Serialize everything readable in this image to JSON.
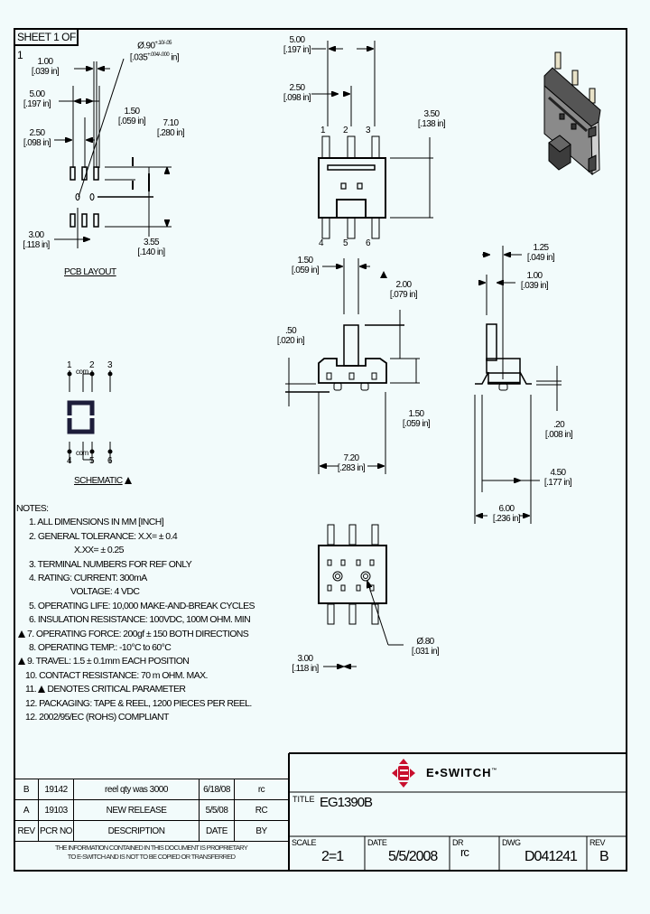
{
  "sheet": {
    "label": "SHEET 1 OF 1"
  },
  "pcb_layout": {
    "title": "PCB LAYOUT",
    "dims": [
      {
        "mm": "1.00",
        "in": "[.039 in]"
      },
      {
        "mm": "5.00",
        "in": "[.197 in]"
      },
      {
        "mm": "2.50",
        "in": "[.098 in]"
      },
      {
        "mm": "Ø.90 +.10/-.05",
        "in": "[.035 +.004/-.000 in]"
      },
      {
        "mm": "1.50",
        "in": "[.059 in]"
      },
      {
        "mm": "7.10",
        "in": "[.280 in]"
      },
      {
        "mm": "3.00",
        "in": "[.118 in]"
      },
      {
        "mm": "3.55",
        "in": "[.140 in]"
      }
    ]
  },
  "schematic": {
    "title": "SCHEMATIC",
    "critical": true,
    "pins_top": [
      "1",
      "2",
      "3"
    ],
    "pins_bottom": [
      "4",
      "5",
      "6"
    ],
    "com_label": "com"
  },
  "top_view": {
    "dims": [
      {
        "mm": "5.00",
        "in": "[.197 in]"
      },
      {
        "mm": "2.50",
        "in": "[.098 in]"
      },
      {
        "mm": "3.50",
        "in": "[.138 in]"
      }
    ],
    "pins_top": [
      "1",
      "2",
      "3"
    ],
    "pins_bottom": [
      "4",
      "5",
      "6"
    ]
  },
  "front_view": {
    "dims": [
      {
        "mm": "1.50",
        "in": "[.059 in]"
      },
      {
        "mm": "2.00",
        "in": "[.079 in]"
      },
      {
        "mm": ".50",
        "in": "[.020 in]"
      },
      {
        "mm": "1.50",
        "in": "[.059 in]"
      },
      {
        "mm": "7.20",
        "in": "[.283 in]"
      }
    ]
  },
  "side_view": {
    "dims": [
      {
        "mm": "1.25",
        "in": "[.049 in]"
      },
      {
        "mm": "1.00",
        "in": "[.039 in]"
      },
      {
        "mm": ".20",
        "in": "[.008 in]"
      },
      {
        "mm": "4.50",
        "in": "[.177 in]"
      },
      {
        "mm": "6.00",
        "in": "[.236 in]"
      }
    ]
  },
  "bottom_view": {
    "dims": [
      {
        "mm": "Ø.80",
        "in": "[.031 in]"
      },
      {
        "mm": "3.00",
        "in": "[.118 in]"
      }
    ]
  },
  "notes": {
    "heading": "NOTES:",
    "items": [
      {
        "text": "1. ALL DIMENSIONS IN MM [INCH]",
        "critical": false
      },
      {
        "text": "2. GENERAL TOLERANCE: X.X= ± 0.4",
        "critical": false
      },
      {
        "text": "X.XX= ± 0.25",
        "critical": false,
        "indent": true
      },
      {
        "text": "3. TERMINAL NUMBERS FOR REF ONLY",
        "critical": false
      },
      {
        "text": "4. RATING: CURRENT: 300mA",
        "critical": false
      },
      {
        "text": "VOLTAGE: 4 VDC",
        "critical": false,
        "indent": true
      },
      {
        "text": "5. OPERATING LIFE: 10,000 MAKE-AND-BREAK CYCLES",
        "critical": false
      },
      {
        "text": "6. INSULATION RESISTANCE: 100VDC, 100M OHM. MIN",
        "critical": false
      },
      {
        "text": "7. OPERATING FORCE: 200gf ± 150 BOTH DIRECTIONS",
        "critical": true
      },
      {
        "text": "8. OPERATING TEMP.: -10°C to 60°C",
        "critical": false
      },
      {
        "text": "9. TRAVEL: 1.5 ± 0.1mm EACH POSITION",
        "critical": true
      },
      {
        "text": "10. CONTACT RESISTANCE: 70 m OHM. MAX.",
        "critical": false
      },
      {
        "text": "11.",
        "suffix": "DENOTES CRITICAL PARAMETER",
        "critical": false,
        "inline_mark": true
      },
      {
        "text": "12. PACKAGING: TAPE & REEL, 1200 PIECES PER REEL.",
        "critical": false
      },
      {
        "text": "12. 2002/95/EC (ROHS) COMPLIANT",
        "critical": false
      }
    ]
  },
  "revision_table": {
    "headers": [
      "REV",
      "PCR NO",
      "DESCRIPTION",
      "DATE",
      "BY"
    ],
    "rows": [
      [
        "B",
        "19142",
        "reel qty was 3000",
        "6/18/08",
        "rc"
      ],
      [
        "A",
        "19103",
        "NEW RELEASE",
        "5/5/08",
        "RC"
      ]
    ],
    "proprietary_line1": "THE INFORMATION CONTAINED IN THIS DOCUMENT IS PROPRIETARY",
    "proprietary_line2": "TO E-SWITCH AND IS NOT TO BE COPIED OR TRANSFERRED"
  },
  "title_block": {
    "brand": "E•SWITCH",
    "brand_mark": "™",
    "brand_color": "#c8102e",
    "title_label": "TITLE",
    "title_value": "EG1390B",
    "scale_label": "SCALE",
    "scale_value": "2=1",
    "date_label": "DATE",
    "date_value": "5/5/2008",
    "dr_label": "DR",
    "dr_value": "rc",
    "dwg_label": "DWG",
    "dwg_value": "D041241",
    "rev_label": "REV",
    "rev_value": "B"
  }
}
